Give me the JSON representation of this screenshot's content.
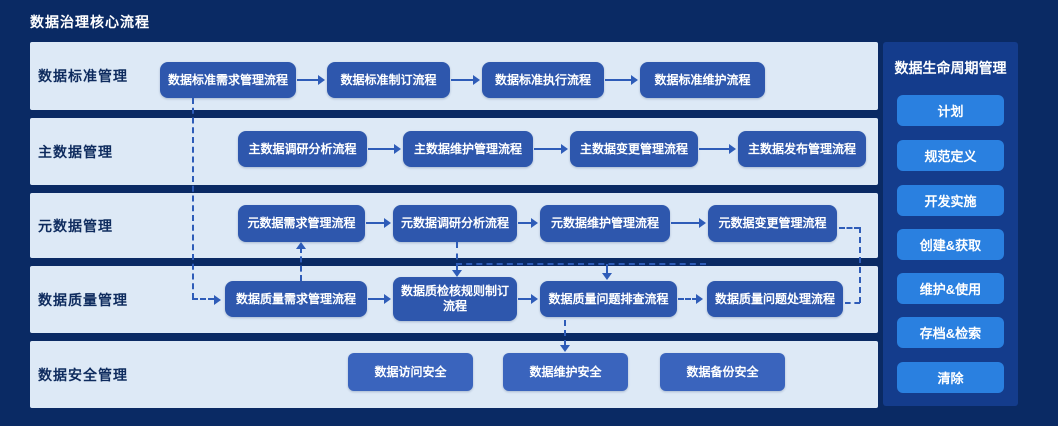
{
  "title": "数据治理核心流程",
  "rows": [
    {
      "label": "数据标准管理",
      "boxes": [
        "数据标准需求管理流程",
        "数据标准制订流程",
        "数据标准执行流程",
        "数据标准维护流程"
      ]
    },
    {
      "label": "主数据管理",
      "boxes": [
        "主数据调研分析流程",
        "主数据维护管理流程",
        "主数据变更管理流程",
        "主数据发布管理流程"
      ]
    },
    {
      "label": "元数据管理",
      "boxes": [
        "元数据需求管理流程",
        "元数据调研分析流程",
        "元数据维护管理流程",
        "元数据变更管理流程"
      ]
    },
    {
      "label": "数据质量管理",
      "boxes": [
        "数据质量需求管理流程",
        "数据质检核规则制订流程",
        "数据质量问题排查流程",
        "数据质量问题处理流程"
      ]
    },
    {
      "label": "数据安全管理",
      "boxes": [
        "数据访问安全",
        "数据维护安全",
        "数据备份安全"
      ]
    }
  ],
  "sidebar": {
    "title": "数据生命周期管理",
    "items": [
      "计划",
      "规范定义",
      "开发实施",
      "创建&获取",
      "维护&使用",
      "存档&检索",
      "清除"
    ]
  },
  "colors": {
    "background": "#0a2a64",
    "row_panel": "#dde9f6",
    "process_node": "#2e57ad",
    "security_node": "#3a64bd",
    "sidebar_panel": "#143c8c",
    "sidebar_button": "#2a80e0",
    "connector": "#2e5cb8",
    "row_label": "#0e2b5e"
  }
}
